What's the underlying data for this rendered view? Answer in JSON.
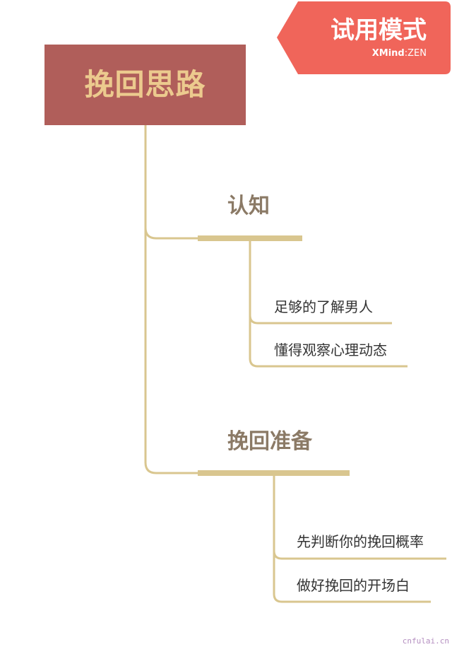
{
  "badge": {
    "title": "试用模式",
    "brand_bold": "XMind",
    "brand_sep": ":",
    "brand_light": "ZEN"
  },
  "root": {
    "label": "挽回思路"
  },
  "branches": [
    {
      "label": "认知",
      "children": [
        "足够的了解男人",
        "懂得观察心理动态"
      ]
    },
    {
      "label": "挽回准备",
      "children": [
        "先判断你的挽回概率",
        "做好挽回的开场白"
      ]
    }
  ],
  "watermark": "cnfulai.cn",
  "colors": {
    "root_bg": "#b05e5a",
    "root_text": "#ecca8e",
    "line": "#d9c68f",
    "badge": "#f0655a"
  }
}
